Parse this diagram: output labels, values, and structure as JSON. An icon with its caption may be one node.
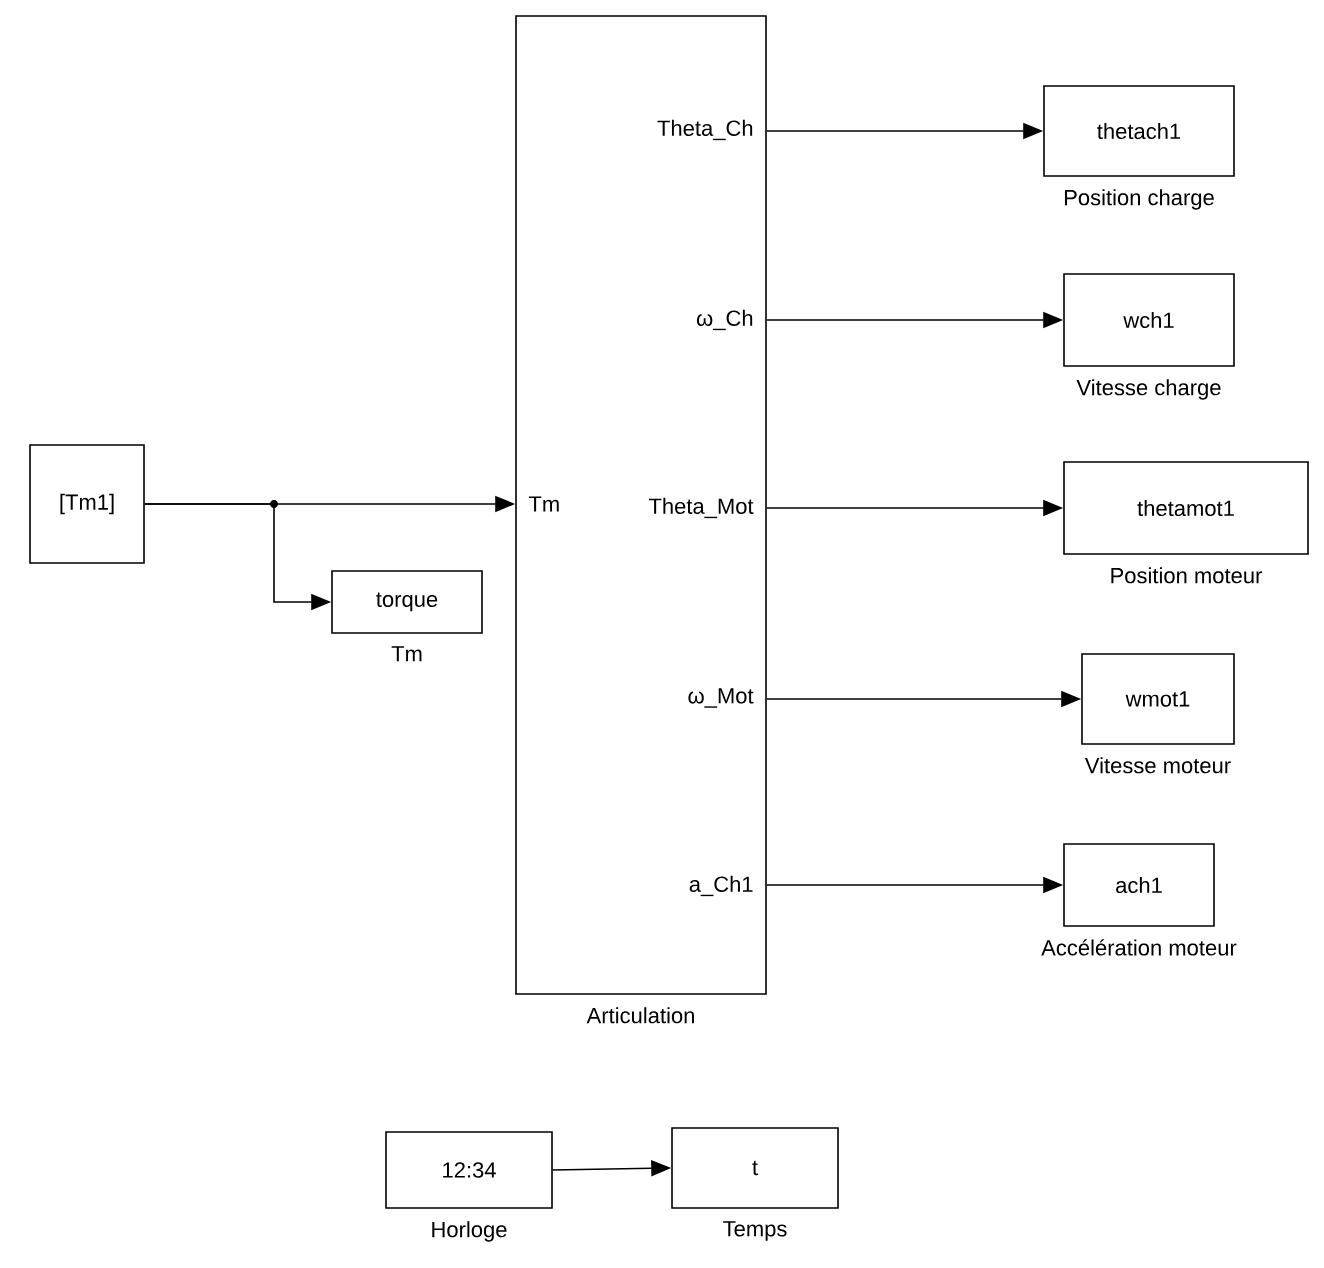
{
  "diagram": {
    "nodes": [
      {
        "text": [
          "[Tm1]"
        ]
      },
      {
        "text": [
          "torque"
        ],
        "beside": [
          "Tm"
        ]
      },
      {
        "text": [
          "Theta_Ch",
          "ω_Ch",
          "Tm",
          "Theta_Mot",
          "ω_Mot",
          "a_Ch1"
        ],
        "beside": [
          "Articulation"
        ]
      },
      {
        "text": [
          "thetach1"
        ],
        "beside": [
          "Position charge"
        ]
      },
      {
        "text": [
          "wch1"
        ],
        "beside": [
          "Vitesse charge"
        ]
      },
      {
        "text": [
          "thetamot1"
        ],
        "beside": [
          "Position moteur"
        ]
      },
      {
        "text": [
          "wmot1"
        ],
        "beside": [
          "Vitesse moteur"
        ]
      },
      {
        "text": [
          "ach1"
        ],
        "beside": [
          "Accélération moteur"
        ]
      },
      {
        "text": [
          "12:34"
        ],
        "beside": [
          "Horloge"
        ]
      },
      {
        "text": [
          "t"
        ],
        "beside": [
          "Temps"
        ]
      }
    ],
    "edges": [
      {
        "from": 0,
        "to": 2,
        "arrow": "to"
      },
      {
        "from": 0,
        "to": 1,
        "arrow": "to"
      },
      {
        "from": 2,
        "to": 3,
        "arrow": "to"
      },
      {
        "from": 2,
        "to": 4,
        "arrow": "to"
      },
      {
        "from": 2,
        "to": 5,
        "arrow": "to"
      },
      {
        "from": 2,
        "to": 6,
        "arrow": "to"
      },
      {
        "from": 2,
        "to": 7,
        "arrow": "to"
      },
      {
        "from": 8,
        "to": 9,
        "arrow": "to"
      }
    ]
  }
}
